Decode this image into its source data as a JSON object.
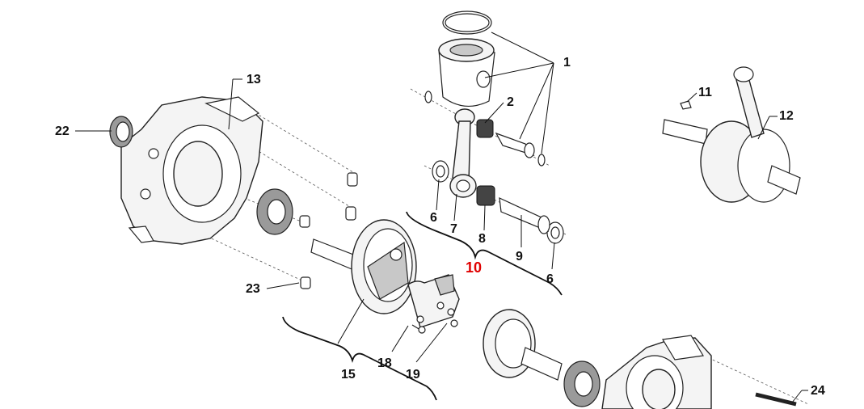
{
  "diagram": {
    "highlight_color": "#e00000",
    "callouts": {
      "c1": "1",
      "c2": "2",
      "c6a": "6",
      "c6b": "6",
      "c7": "7",
      "c8": "8",
      "c9": "9",
      "c10": "10",
      "c11": "11",
      "c12": "12",
      "c13": "13",
      "c15": "15",
      "c18": "18",
      "c19": "19",
      "c22": "22",
      "c23": "23",
      "c24": "24"
    }
  }
}
